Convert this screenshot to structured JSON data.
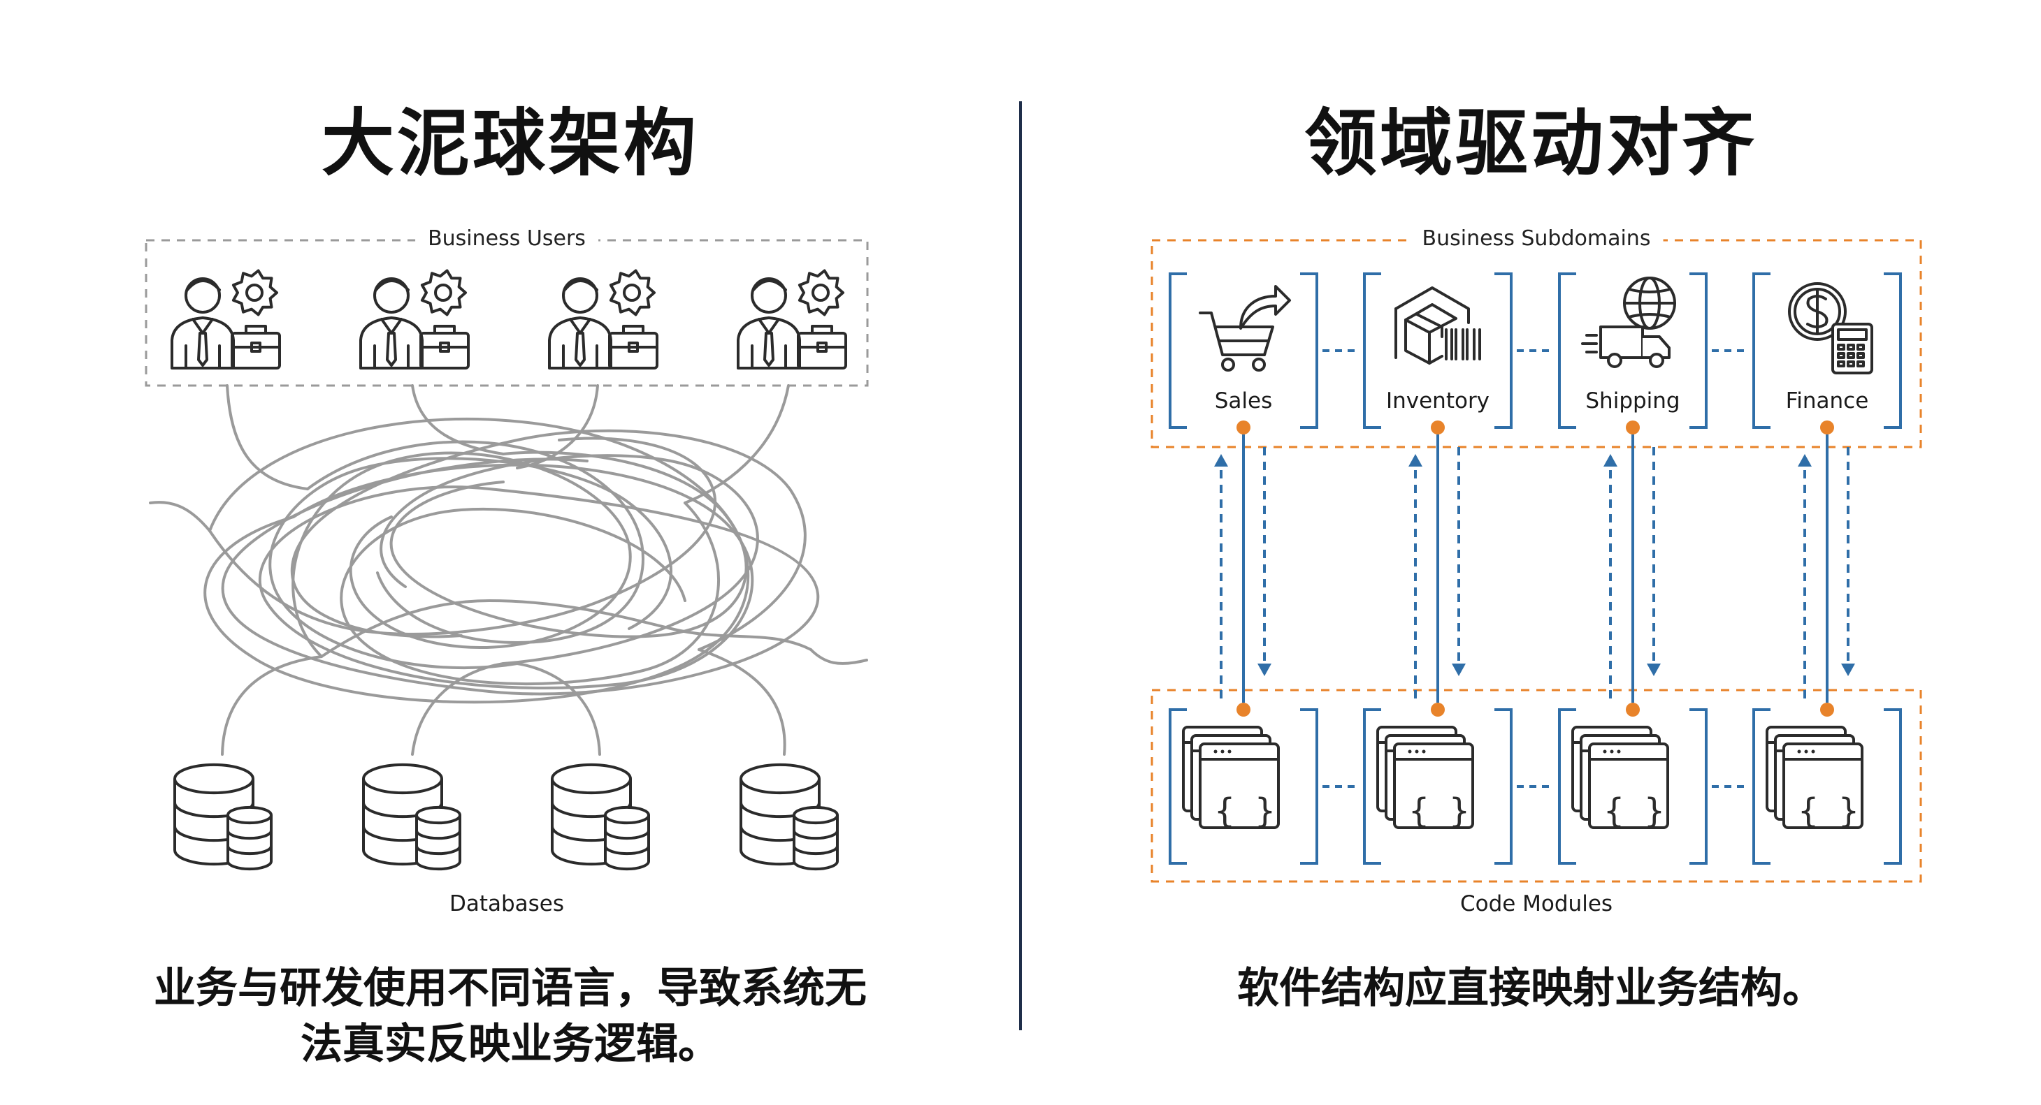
{
  "left": {
    "title": "大泥球架构",
    "top_box_label": "Business Users",
    "bottom_label": "Databases",
    "caption_lines": [
      "业务与研发使用不同语言，导致系统无",
      "法真实反映业务逻辑。"
    ],
    "user_icon": "businessman-with-gear-and-briefcase-icon",
    "db_icon": "database-stack-icon"
  },
  "right": {
    "title": "领域驱动对齐",
    "top_box_label": "Business Subdomains",
    "bottom_box_label": "Code Modules",
    "caption": "软件结构应直接映射业务结构。",
    "subdomains": [
      {
        "label": "Sales",
        "icon": "shopping-cart-icon"
      },
      {
        "label": "Inventory",
        "icon": "package-barcode-icon"
      },
      {
        "label": "Shipping",
        "icon": "delivery-truck-globe-icon"
      },
      {
        "label": "Finance",
        "icon": "dollar-calculator-icon"
      }
    ],
    "module_icon": "code-window-stack-icon"
  },
  "colors": {
    "blue": "#2f6ea8",
    "orange": "#e8832a",
    "ink": "#2b2b2b",
    "gray_line": "#9a9a9a",
    "dash_gray": "#9a9a9a",
    "divider": "#1f2e4a"
  }
}
